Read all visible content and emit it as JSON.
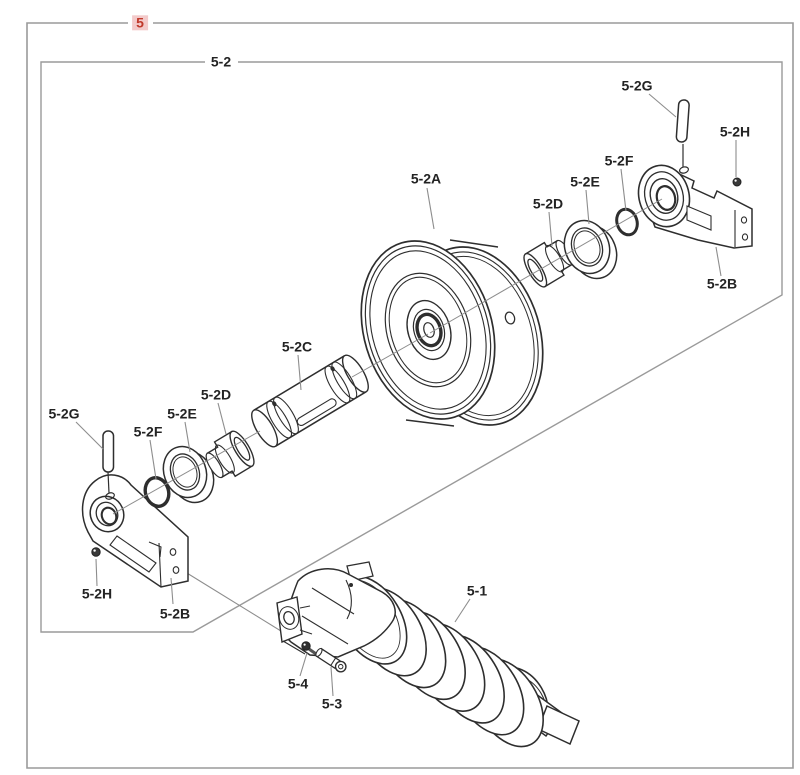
{
  "figure": {
    "label": "5"
  },
  "subassembly": {
    "label": "5-2"
  },
  "callouts": {
    "idler_wheel": "5-2A",
    "bracket_right": "5-2B",
    "bracket_left": "5-2B",
    "shaft": "5-2C",
    "bushing_right": "5-2D",
    "bushing_left": "5-2D",
    "seal_right": "5-2E",
    "seal_left": "5-2E",
    "oring_right": "5-2F",
    "oring_left": "5-2F",
    "pin_right": "5-2G",
    "pin_left": "5-2G",
    "bolt_right": "5-2H",
    "bolt_left": "5-2H",
    "spring_assembly": "5-1",
    "bolt_small": "5-3",
    "plug_small": "5-4"
  },
  "colors": {
    "figure_label": "#c0392b",
    "figure_label_bg": "#f3caca",
    "callout_text": "#232323",
    "box_line": "#9a9a9a",
    "leader_line": "#8d8d8d",
    "drawing_line": "#2e2e2e"
  }
}
